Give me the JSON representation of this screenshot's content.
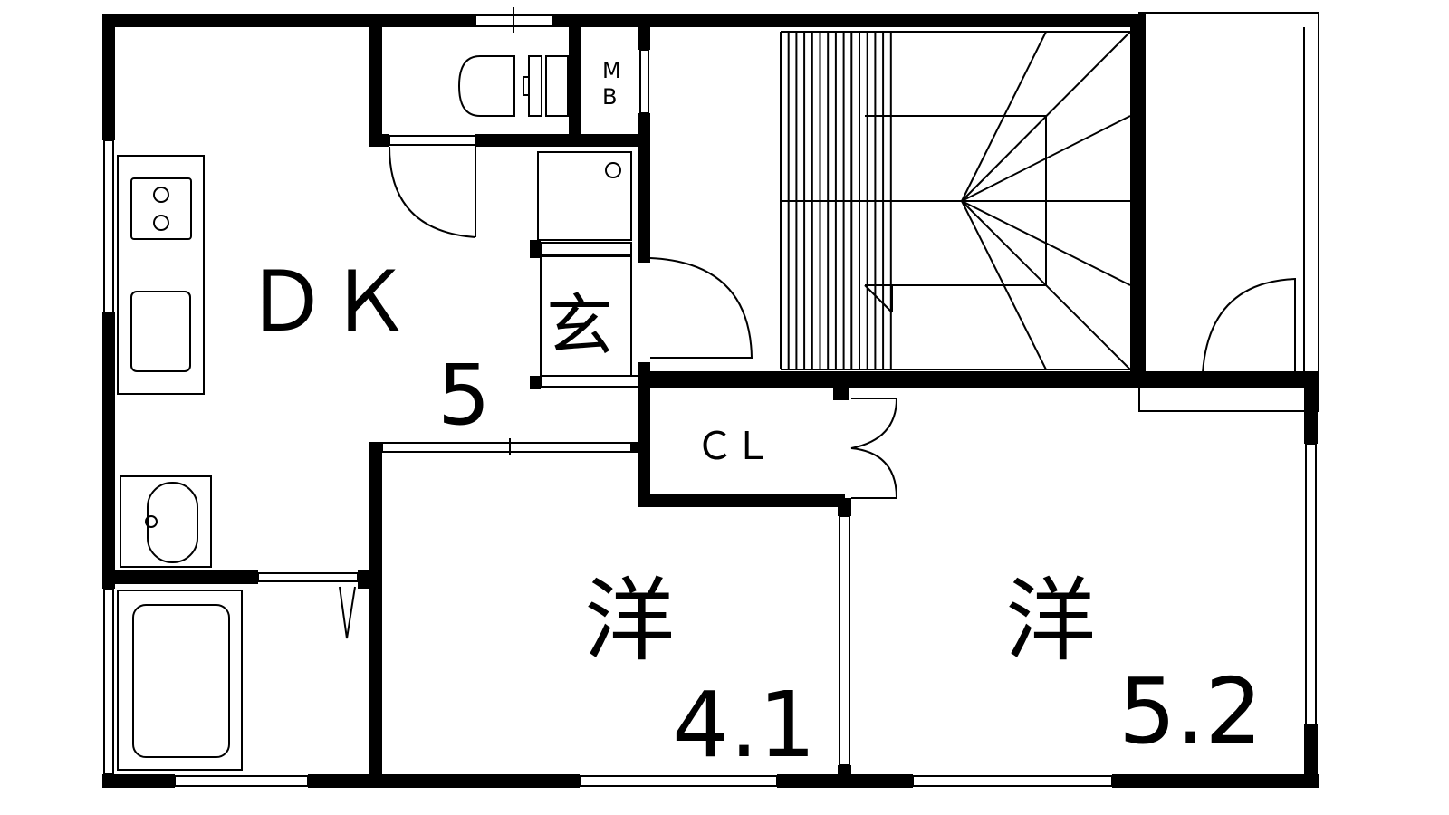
{
  "floor_plan": {
    "rooms": {
      "dk": {
        "name": "ＤＫ",
        "size": "5"
      },
      "entrance": {
        "name": "玄"
      },
      "meter_box": {
        "line1": "M",
        "line2": "B"
      },
      "closet": {
        "name": "ＣＬ"
      },
      "western_room_1": {
        "name": "洋",
        "size": "4.1"
      },
      "western_room_2": {
        "name": "洋",
        "size": "5.2"
      }
    }
  }
}
